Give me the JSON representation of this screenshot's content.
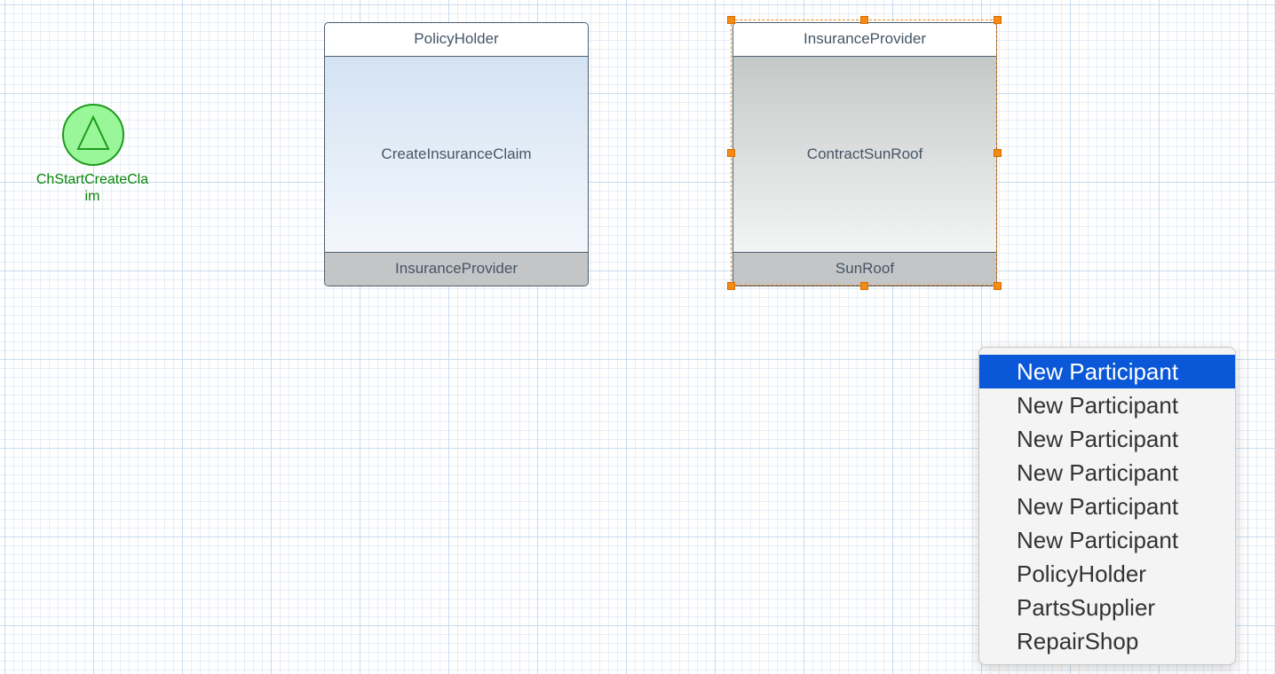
{
  "start_event": {
    "label": "ChStartCreateClaim",
    "icon": "triangle-icon",
    "fill_color": "#99f799",
    "stroke_color": "#1e9a1e"
  },
  "tasks": [
    {
      "top_participant": "PolicyHolder",
      "name": "CreateInsuranceClaim",
      "bottom_participant": "InsuranceProvider"
    },
    {
      "top_participant": "InsuranceProvider",
      "name": "ContractSunRoof",
      "bottom_participant": "SunRoof",
      "selected": true
    }
  ],
  "selection_color": "#f58a14",
  "context_menu": {
    "selected_index": 0,
    "highlight_color": "#0a57d8",
    "items": [
      "New Participant",
      "New Participant",
      "New Participant",
      "New Participant",
      "New Participant",
      "New Participant",
      "PolicyHolder",
      "PartsSupplier",
      "RepairShop"
    ]
  }
}
